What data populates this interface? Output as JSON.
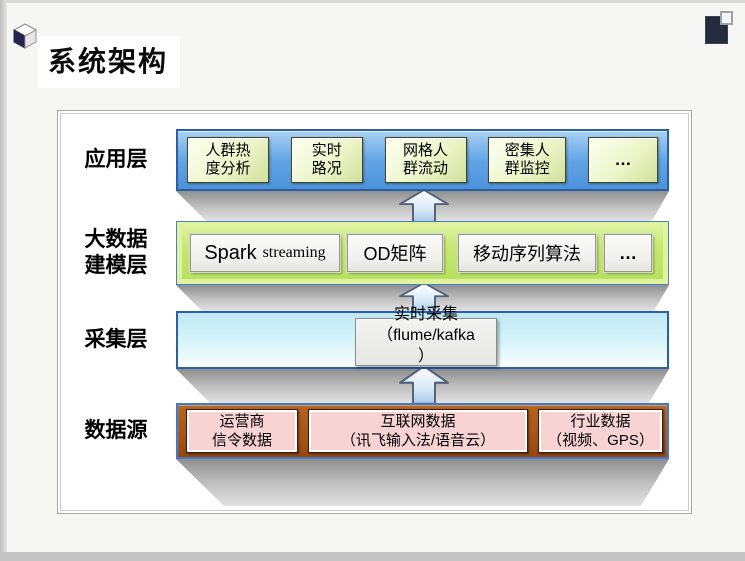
{
  "page": {
    "title": "系统架构"
  },
  "colors": {
    "app_band": "#4f94dc",
    "app_box": "#eaf4c5",
    "model_band": "#c3e76f",
    "model_box": "#efefeb",
    "collect_band": "#d8f4fa",
    "collect_box": "#e6e6e2",
    "data_band": "#a6551a",
    "data_box": "#f8d3d3"
  },
  "layers": {
    "application": {
      "label": "应用层",
      "items": [
        {
          "line1": "人群热",
          "line2": "度分析"
        },
        {
          "line1": "实时",
          "line2": "路况"
        },
        {
          "line1": "网格人",
          "line2": "群流动"
        },
        {
          "line1": "密集人",
          "line2": "群监控"
        },
        {
          "line1": "…",
          "line2": ""
        }
      ]
    },
    "modeling": {
      "label_line1": "大数据",
      "label_line2": "建模层",
      "items": [
        {
          "main": "Spark",
          "sub": "streaming"
        },
        {
          "main": "OD矩阵",
          "sub": ""
        },
        {
          "main": "移动序列算法",
          "sub": ""
        },
        {
          "main": "…",
          "sub": ""
        }
      ]
    },
    "collection": {
      "label": "采集层",
      "box_line1": "实时采集",
      "box_line2": "（flume/kafka",
      "box_line3": "）"
    },
    "datasource": {
      "label": "数据源",
      "items": [
        {
          "line1": "运营商",
          "line2": "信令数据"
        },
        {
          "line1": "互联网数据",
          "line2": "（讯飞输入法/语音云）"
        },
        {
          "line1": "行业数据",
          "line2": "（视频、GPS）"
        }
      ]
    }
  }
}
